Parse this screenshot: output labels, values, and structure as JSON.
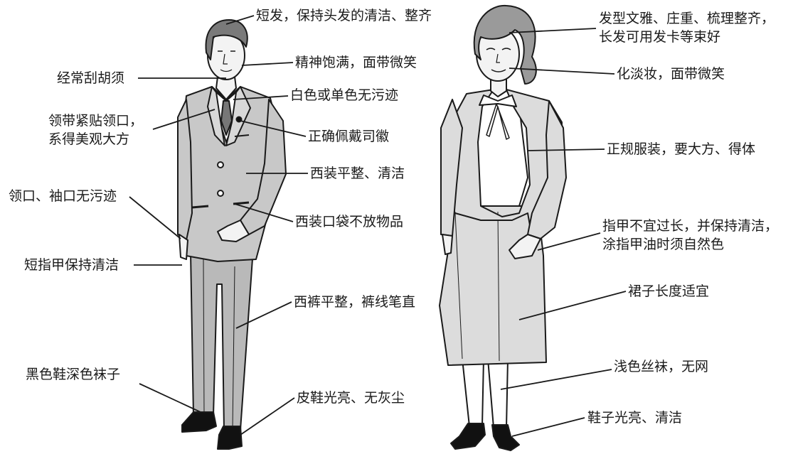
{
  "colors": {
    "ink": "#1a1a1a",
    "suit": "#c8c8c8",
    "pants": "#b9b9b9",
    "skin": "#f3f3f3",
    "dress": "#dcdcdc",
    "hair": "#7a7a7a",
    "shoe": "#111111"
  },
  "male": {
    "labels": {
      "short_hair": "短发，保持头发的清洁、整齐",
      "spirit": "精神饱满，面带微笑",
      "shave": "经常刮胡须",
      "shirt": "白色或单色无污迹",
      "tie_line1": "领带紧贴领口，",
      "tie_line2": "系得美观大方",
      "badge": "正确佩戴司徽",
      "suit": "西装平整、清洁",
      "collar_cuff": "领口、袖口无污迹",
      "pocket": "西装口袋不放物品",
      "nails": "短指甲保持清洁",
      "trousers": "西裤平整，裤线笔直",
      "shoes_socks": "黑色鞋深色袜子",
      "shoes": "皮鞋光亮、无灰尘"
    }
  },
  "female": {
    "labels": {
      "hair_line1": "发型文雅、庄重、梳理整齐，",
      "hair_line2": "长发可用发卡等束好",
      "makeup": "化淡妆，面带微笑",
      "clothes": "正规服装，要大方、得体",
      "nails_line1": "指甲不宜过长，并保持清洁，",
      "nails_line2": "涂指甲油时须自然色",
      "skirt": "裙子长度适宜",
      "stockings": "浅色丝袜，无网",
      "shoes": "鞋子光亮、清洁"
    }
  }
}
